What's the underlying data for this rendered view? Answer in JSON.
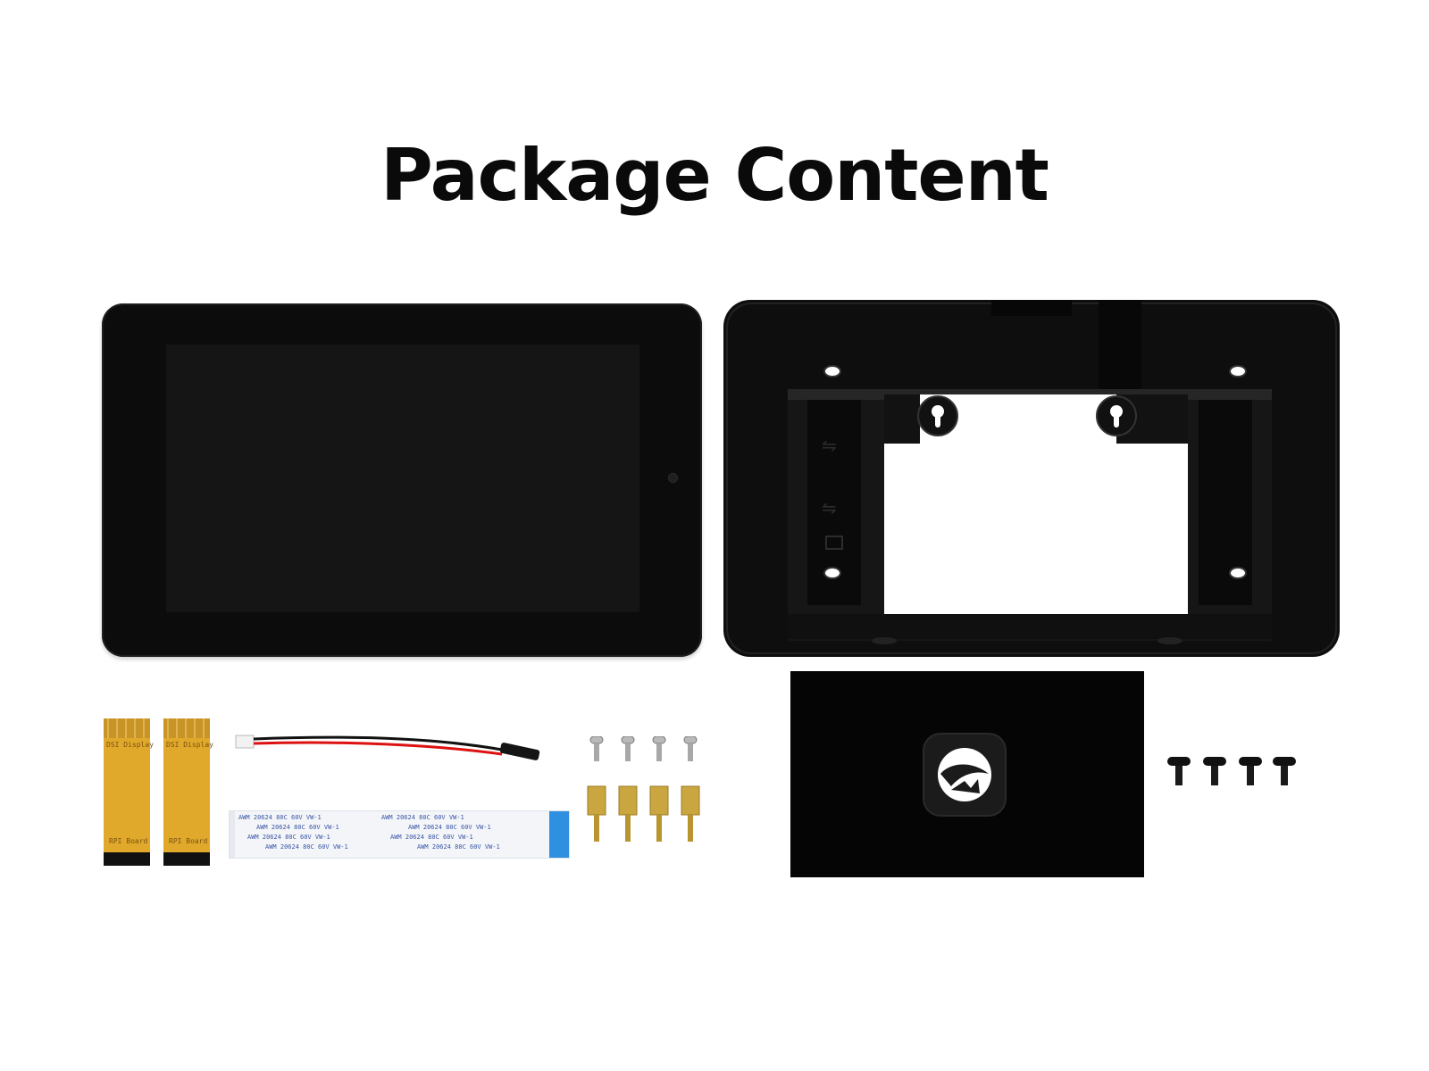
{
  "page": {
    "title": "Package Content"
  },
  "items": {
    "display": {
      "name": "7inch display"
    },
    "case": {
      "name": "case"
    },
    "lid": {
      "name": "case back cover"
    },
    "adapters": {
      "top_label": "DSI Display",
      "bottom_label": "RPI Board"
    },
    "fpc_cable": {
      "print": "AWM 20624 80C 60V VW-1"
    },
    "power_cable": {
      "name": "power cable"
    },
    "screws": {
      "name": "screws"
    },
    "standoffs": {
      "name": "copper standoffs"
    }
  },
  "colors": {
    "background": "#ffffff",
    "title": "#0a0a0a",
    "device_black": "#0c0c0c",
    "flex_gold": "#e0a92b",
    "cable_blue": "#2f8fe0",
    "brass": "#c9a640"
  },
  "icons": {
    "lid_logo": "brand-logo-icon",
    "case_mount_holes": "keyhole-icon"
  }
}
